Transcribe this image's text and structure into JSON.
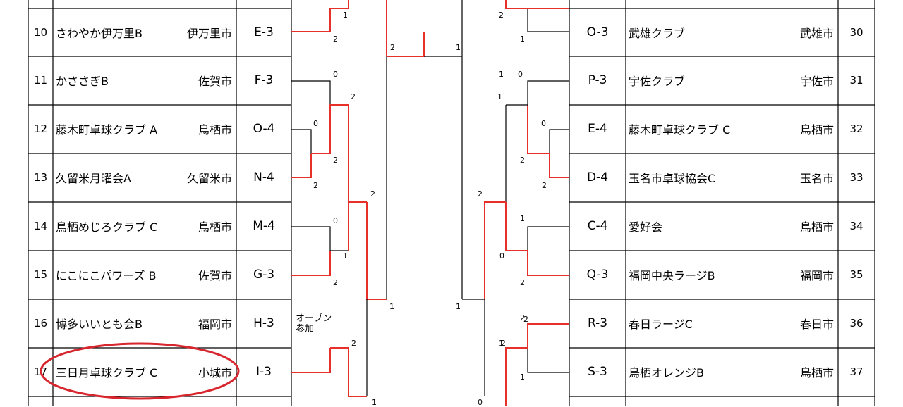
{
  "colors": {
    "win": "#e8302a",
    "line": "#000000",
    "circle": "#d7262e"
  },
  "left_entries": [
    {
      "no": "",
      "team": "",
      "city": "",
      "code": ""
    },
    {
      "no": "10",
      "team": "さわやか伊万里B",
      "city": "伊万里市",
      "code": "E-3"
    },
    {
      "no": "11",
      "team": "かささぎB",
      "city": "佐賀市",
      "code": "F-3"
    },
    {
      "no": "12",
      "team": "藤木町卓球クラブ A",
      "city": "鳥栖市",
      "code": "O-4"
    },
    {
      "no": "13",
      "team": "久留米月曜会A",
      "city": "久留米市",
      "code": "N-4"
    },
    {
      "no": "14",
      "team": "鳥栖めじろクラブ C",
      "city": "鳥栖市",
      "code": "M-4"
    },
    {
      "no": "15",
      "team": "にこにこパワーズ B",
      "city": "佐賀市",
      "code": "G-3"
    },
    {
      "no": "16",
      "team": "博多いいとも会B",
      "city": "福岡市",
      "code": "H-3"
    },
    {
      "no": "17",
      "team": "三日月卓球クラブ C",
      "city": "小城市",
      "code": "I-3"
    }
  ],
  "right_entries": [
    {
      "code": "",
      "team": "",
      "city": "",
      "no": ""
    },
    {
      "code": "O-3",
      "team": "武雄クラブ",
      "city": "武雄市",
      "no": "30"
    },
    {
      "code": "P-3",
      "team": "宇佐クラブ",
      "city": "宇佐市",
      "no": "31"
    },
    {
      "code": "E-4",
      "team": "藤木町卓球クラブ C",
      "city": "鳥栖市",
      "no": "32"
    },
    {
      "code": "D-4",
      "team": "玉名市卓球協会C",
      "city": "玉名市",
      "no": "33"
    },
    {
      "code": "C-4",
      "team": "愛好会",
      "city": "鳥栖市",
      "no": "34"
    },
    {
      "code": "Q-3",
      "team": "福岡中央ラージB",
      "city": "福岡市",
      "no": "35"
    },
    {
      "code": "R-3",
      "team": "春日ラージC",
      "city": "春日市",
      "no": "36"
    },
    {
      "code": "S-3",
      "team": "鳥栖オレンジB",
      "city": "鳥栖市",
      "no": "37"
    }
  ],
  "open_note": "オープン\n参加",
  "scores": [
    {
      "id": "s01",
      "v": "1"
    },
    {
      "id": "s02",
      "v": "2"
    },
    {
      "id": "s03",
      "v": "2"
    },
    {
      "id": "s04",
      "v": "1"
    },
    {
      "id": "s05",
      "v": "0"
    },
    {
      "id": "s06",
      "v": "1"
    },
    {
      "id": "s07",
      "v": "0"
    },
    {
      "id": "s08",
      "v": "2"
    },
    {
      "id": "s09",
      "v": "0"
    },
    {
      "id": "s10",
      "v": "2"
    },
    {
      "id": "s11",
      "v": "2"
    },
    {
      "id": "s12",
      "v": "2"
    },
    {
      "id": "s13",
      "v": "0"
    },
    {
      "id": "s14",
      "v": "1"
    },
    {
      "id": "s15",
      "v": "2"
    },
    {
      "id": "s16",
      "v": "1"
    },
    {
      "id": "s17",
      "v": "2"
    },
    {
      "id": "s18",
      "v": "2"
    },
    {
      "id": "s19",
      "v": "0"
    },
    {
      "id": "s20",
      "v": "1"
    },
    {
      "id": "s21",
      "v": "2"
    },
    {
      "id": "s22",
      "v": "0"
    },
    {
      "id": "s23",
      "v": "1"
    },
    {
      "id": "s24",
      "v": "2"
    },
    {
      "id": "s25",
      "v": "2"
    },
    {
      "id": "s26",
      "v": "1"
    },
    {
      "id": "s27",
      "v": "1"
    },
    {
      "id": "s28",
      "v": "2"
    },
    {
      "id": "s29",
      "v": "1"
    },
    {
      "id": "s30",
      "v": "1"
    },
    {
      "id": "s31",
      "v": "2"
    },
    {
      "id": "s32",
      "v": "2"
    },
    {
      "id": "s33",
      "v": "2"
    },
    {
      "id": "s34",
      "v": "1"
    },
    {
      "id": "s35",
      "v": "0"
    }
  ]
}
